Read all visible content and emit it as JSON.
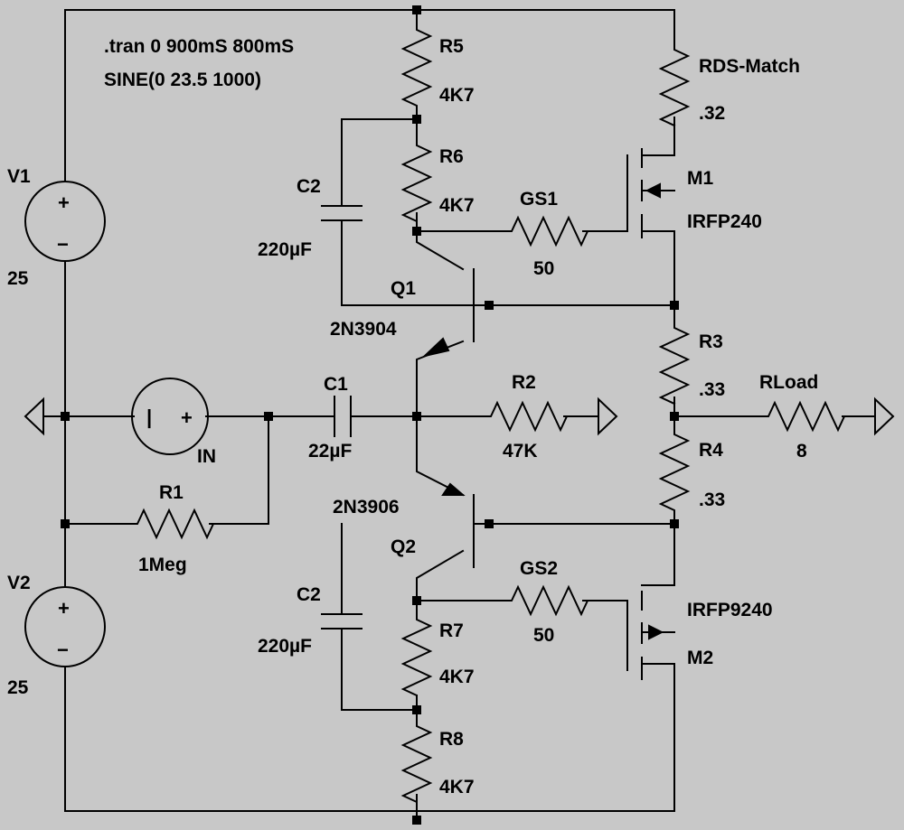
{
  "directive": {
    "tran": ".tran 0 900mS 800mS",
    "source": "SINE(0 23.5 1000)"
  },
  "components": {
    "V1": {
      "name": "V1",
      "value": "25"
    },
    "V2": {
      "name": "V2",
      "value": "25"
    },
    "IN": {
      "name": "IN"
    },
    "R1": {
      "name": "R1",
      "value": "1Meg"
    },
    "C1": {
      "name": "C1",
      "value": "22µF"
    },
    "C2_top": {
      "name": "C2",
      "value": "220µF"
    },
    "C2_bottom": {
      "name": "C2",
      "value": "220µF"
    },
    "R2": {
      "name": "R2",
      "value": "47K"
    },
    "R3": {
      "name": "R3",
      "value": ".33"
    },
    "R4": {
      "name": "R4",
      "value": ".33"
    },
    "R5": {
      "name": "R5",
      "value": "4K7"
    },
    "R6": {
      "name": "R6",
      "value": "4K7"
    },
    "R7": {
      "name": "R7",
      "value": "4K7"
    },
    "R8": {
      "name": "R8",
      "value": "4K7"
    },
    "GS1": {
      "name": "GS1",
      "value": "50"
    },
    "GS2": {
      "name": "GS2",
      "value": "50"
    },
    "RDS": {
      "name": "RDS-Match",
      "value": ".32"
    },
    "RLoad": {
      "name": "RLoad",
      "value": "8"
    },
    "Q1": {
      "name": "Q1",
      "model": "2N3904"
    },
    "Q2": {
      "name": "Q2",
      "model": "2N3906"
    },
    "M1": {
      "name": "M1",
      "model": "IRFP240"
    },
    "M2": {
      "name": "M2",
      "model": "IRFP9240"
    }
  },
  "symbols": {
    "plus": "+",
    "minus": "−",
    "ac_minus": "|",
    "ac_plus": "+"
  }
}
